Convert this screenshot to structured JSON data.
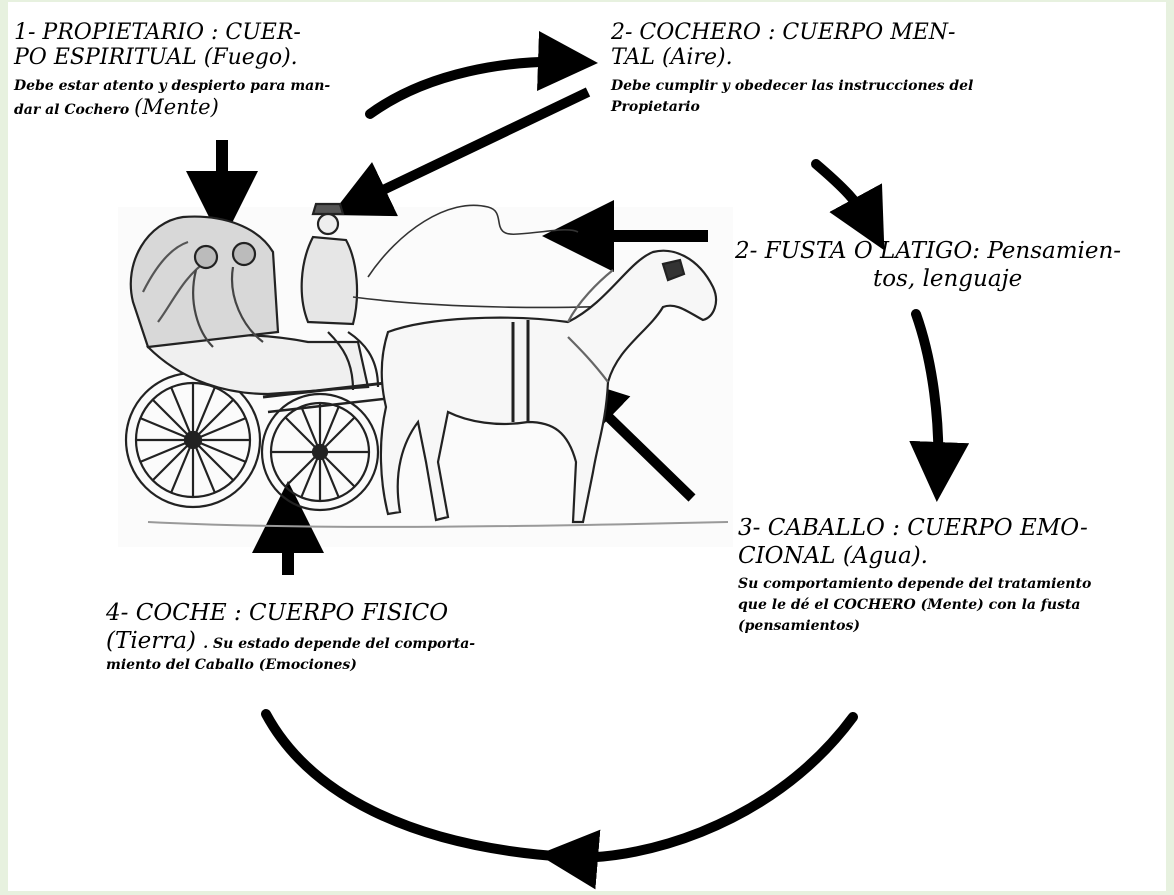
{
  "colors": {
    "frame": "#e7f1df",
    "background": "#ffffff",
    "ink": "#000000"
  },
  "nodes": {
    "propietario": {
      "title_line1": "1-  PROPIETARIO : CUER-",
      "title_line2": "PO ESPIRITUAL  (Fuego).",
      "desc_line1": "Debe estar atento y despierto para man-",
      "desc_line2_prefix": "dar al Cochero ",
      "desc_line2_big": "(Mente)"
    },
    "cochero": {
      "title_line1": "2- COCHERO : CUERPO MEN-",
      "title_line2": "TAL (Aire).",
      "desc_line1": "Debe cumplir y obedecer las instrucciones del",
      "desc_line2": "Propietario"
    },
    "fusta": {
      "title_line1": "2- FUSTA O LATIGO: Pensamien-",
      "title_line2": "tos, lenguaje"
    },
    "caballo": {
      "title_line1": "3- CABALLO : CUERPO EMO-",
      "title_line2": "CIONAL (Agua).",
      "desc_line1": "Su comportamiento depende del tratamiento",
      "desc_line2": "que le dé el COCHERO (Mente) con la fusta",
      "desc_line3": "(pensamientos)"
    },
    "coche": {
      "title_line1": "4- COCHE : CUERPO FISICO",
      "title_line2_big": "(Tierra) ",
      "title_line2_small": ". Su estado depende del comporta-",
      "desc_line2": "miento del Caballo (Emociones)"
    }
  }
}
